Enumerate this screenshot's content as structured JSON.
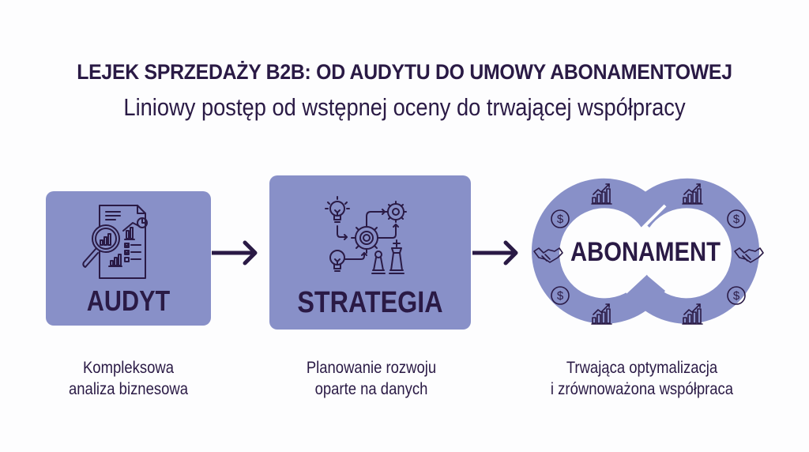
{
  "header": {
    "title": "LEJEK SPRZEDAŻY B2B: OD AUDYTU DO UMOWY ABONAMENTOWEJ",
    "subtitle": "Liniowy postęp od wstępnej oceny do trwającej współpracy"
  },
  "stages": [
    {
      "label": "AUDYT",
      "icon": "audit-report-magnifier-icon",
      "caption_line1": "Kompleksowa",
      "caption_line2": "analiza biznesowa"
    },
    {
      "label": "STRATEGIA",
      "icon": "strategy-lightbulb-gears-chess-icon",
      "caption_line1": "Planowanie rozwoju",
      "caption_line2": "oparte na danych"
    },
    {
      "label": "ABONAMENT",
      "icon": "infinity-loop-icon",
      "ring_icons": [
        "growth-chart-icon",
        "dollar-icon",
        "handshake-icon",
        "dollar-icon",
        "growth-chart-icon"
      ],
      "caption_line1": "Trwająca optymalizacja",
      "caption_line2": "i zrównoważona współpraca"
    }
  ],
  "colors": {
    "box_fill": "#8890c8",
    "ink": "#2a1a45",
    "background": "#fdfdfe"
  }
}
